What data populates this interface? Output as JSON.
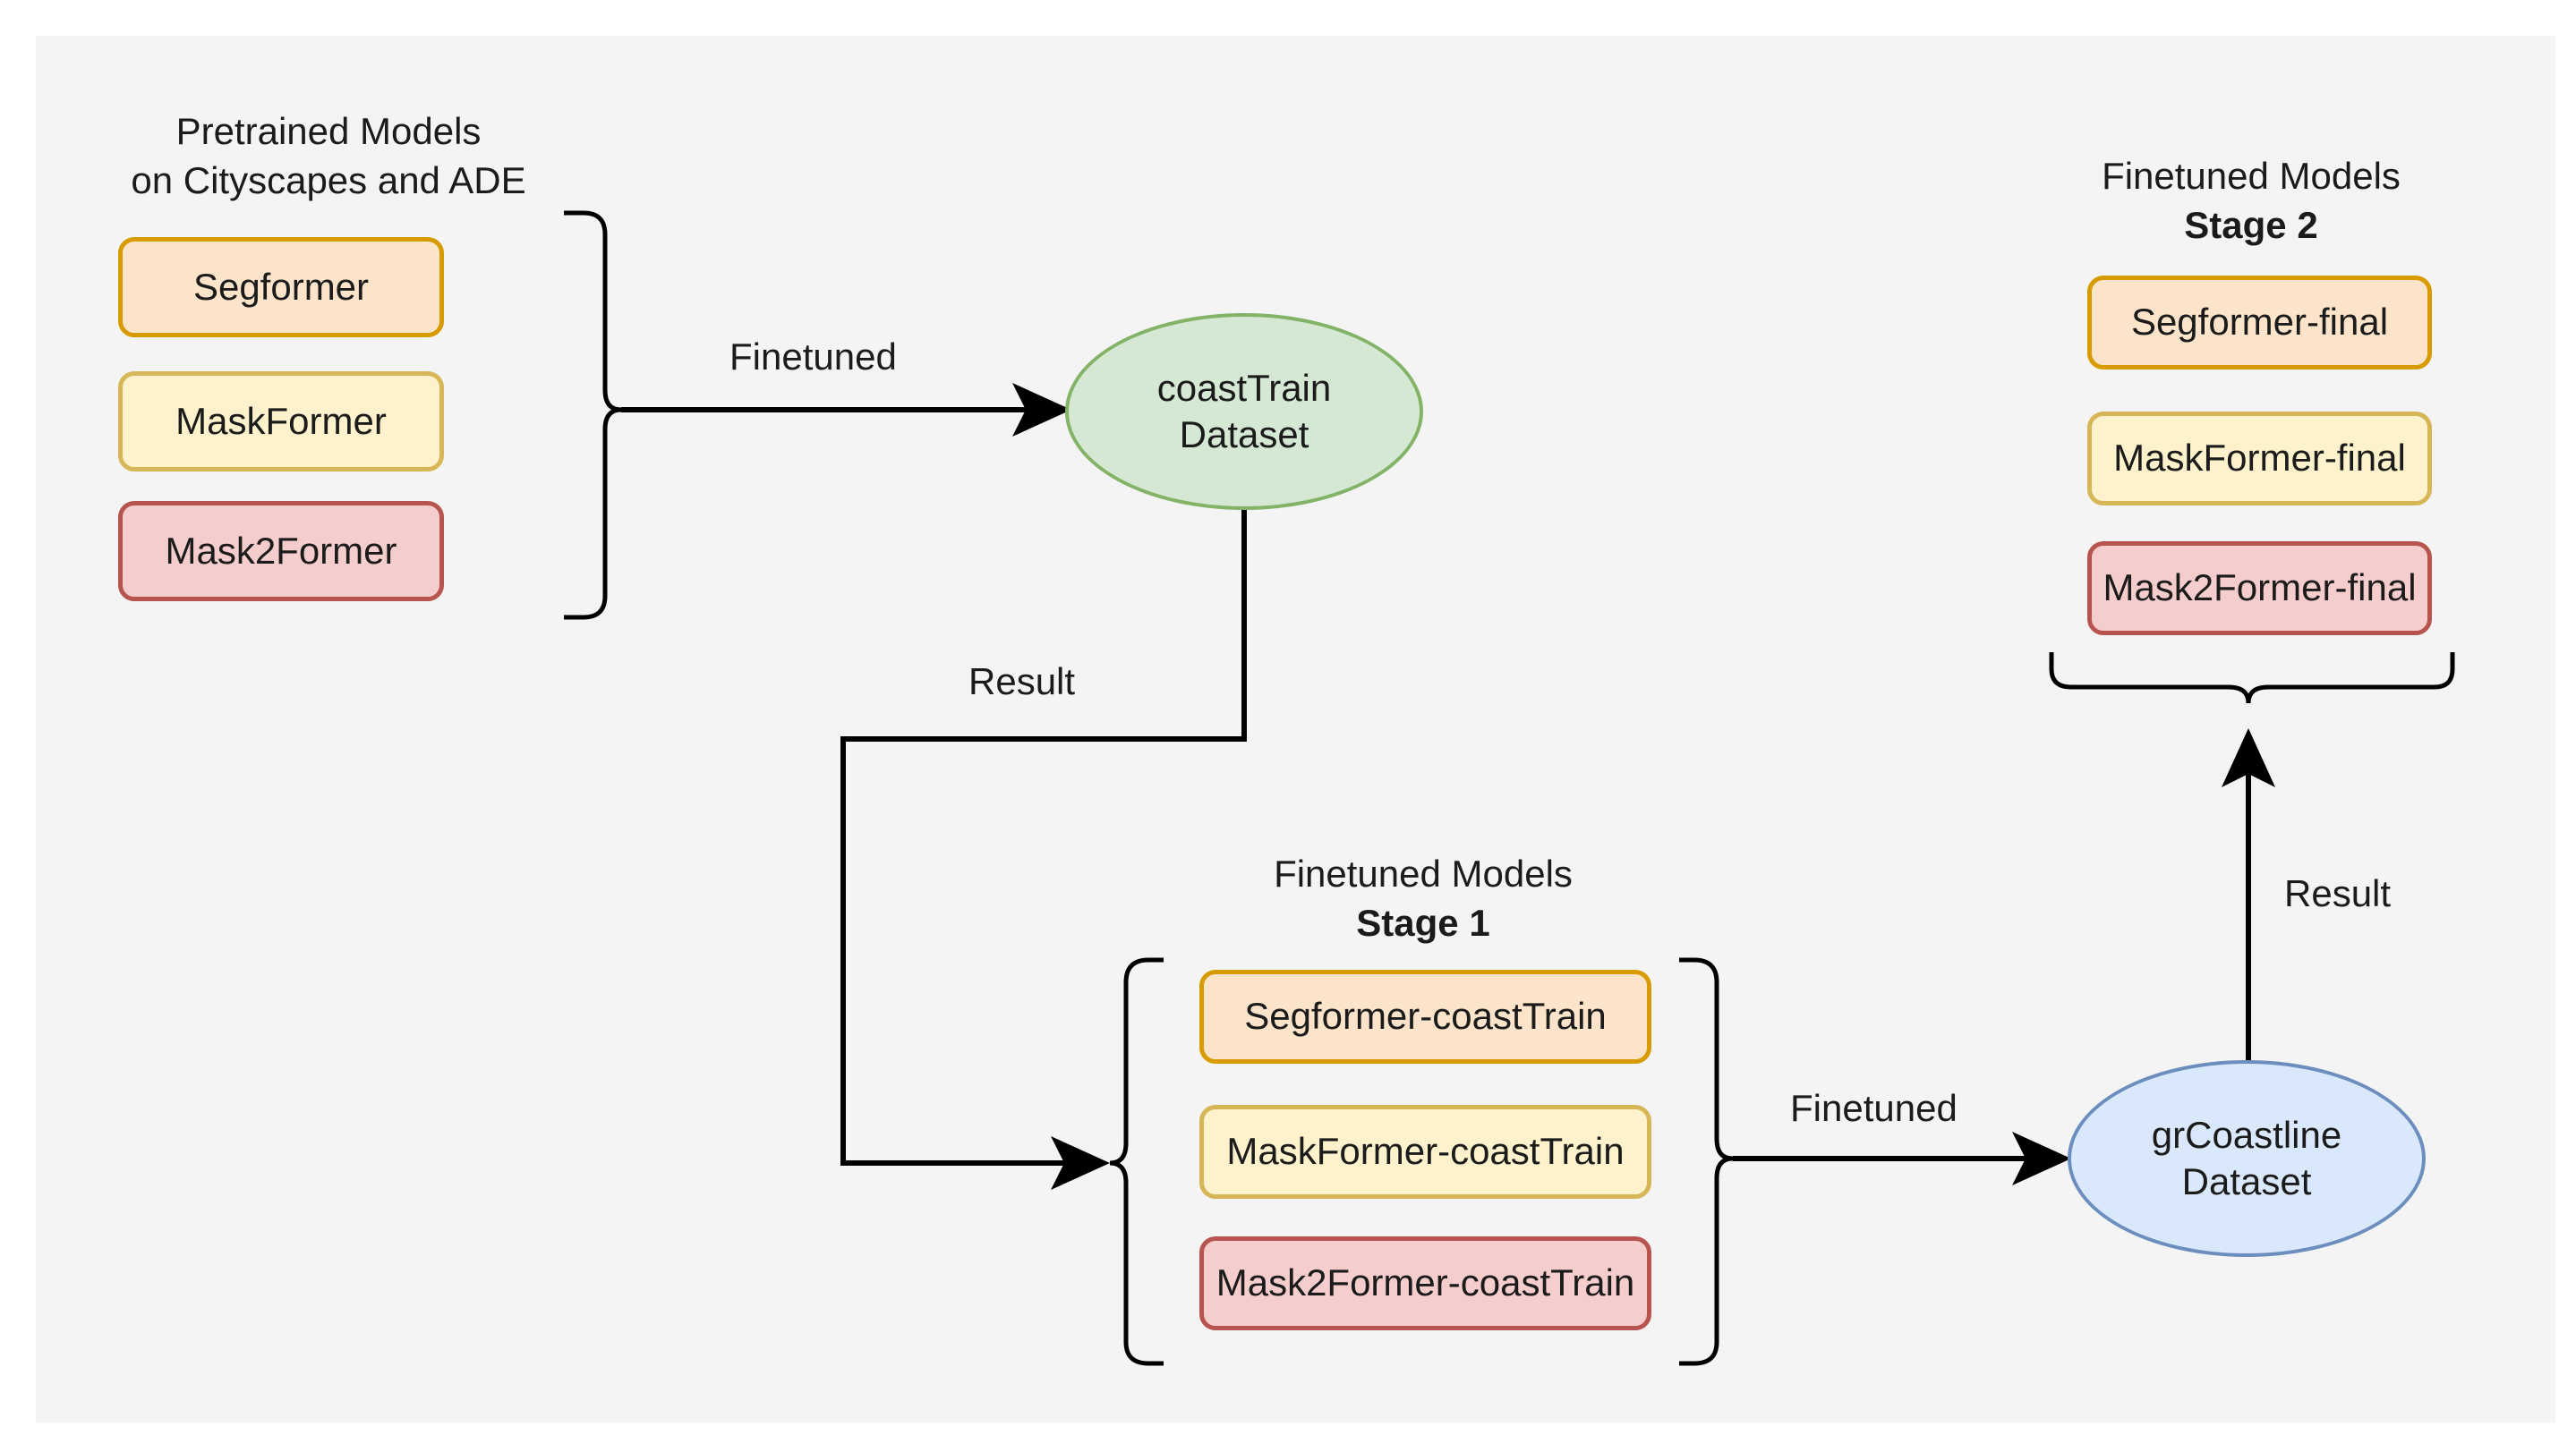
{
  "diagram": {
    "title_visible": false,
    "background": "#f4f4f4",
    "colors": {
      "orange_fill": "#fce4ca",
      "orange_stroke": "#d79b00",
      "yellow_fill": "#fdf2cc",
      "yellow_stroke": "#d6b656",
      "red_fill": "#f6cdcd",
      "red_stroke": "#b85450",
      "green_fill": "#d5e8d4",
      "green_stroke": "#82b366",
      "blue_fill": "#dae8fc",
      "blue_stroke": "#6c8ebf",
      "edge": "#000000"
    },
    "groups": {
      "pretrained": {
        "label_line1": "Pretrained Models",
        "label_line2": "on Cityscapes and ADE",
        "models": [
          {
            "label": "Segformer",
            "color": "orange"
          },
          {
            "label": "MaskFormer",
            "color": "yellow"
          },
          {
            "label": "Mask2Former",
            "color": "red"
          }
        ]
      },
      "stage1": {
        "label_line1": "Finetuned Models",
        "label_line2": "Stage 1",
        "models": [
          {
            "label": "Segformer-coastTrain",
            "color": "orange"
          },
          {
            "label": "MaskFormer-coastTrain",
            "color": "yellow"
          },
          {
            "label": "Mask2Former-coastTrain",
            "color": "red"
          }
        ]
      },
      "stage2": {
        "label_line1": "Finetuned Models",
        "label_line2": "Stage 2",
        "models": [
          {
            "label": "Segformer-final",
            "color": "orange"
          },
          {
            "label": "MaskFormer-final",
            "color": "yellow"
          },
          {
            "label": "Mask2Former-final",
            "color": "red"
          }
        ]
      }
    },
    "datasets": {
      "coast_train": {
        "line1": "coastTrain",
        "line2": "Dataset",
        "color": "green"
      },
      "gr_coastline": {
        "line1": "grCoastline",
        "line2": "Dataset",
        "color": "blue"
      }
    },
    "edges": [
      {
        "label": "Finetuned",
        "from": "pretrained-group",
        "to": "coastTrain-dataset"
      },
      {
        "label": "Result",
        "from": "coastTrain-dataset",
        "to": "stage1-group"
      },
      {
        "label": "Finetuned",
        "from": "stage1-group",
        "to": "grCoastline-dataset"
      },
      {
        "label": "Result",
        "from": "grCoastline-dataset",
        "to": "stage2-group"
      }
    ]
  }
}
